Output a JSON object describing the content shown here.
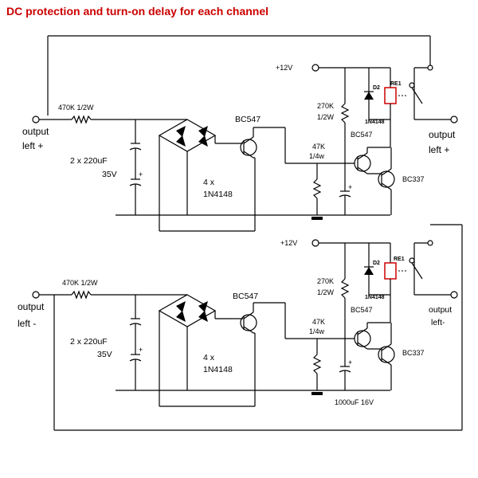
{
  "title": "DC protection and turn-on delay for each channel",
  "channels": [
    {
      "input_label_1": "output",
      "input_label_2": "left +",
      "resistor_in": "470K 1/2W",
      "caps_1": "2 x 220uF",
      "caps_2": "35V",
      "transistor_1": "BC547",
      "bridge_1": "4 x",
      "bridge_2": "1N4148",
      "supply": "+12V",
      "r_bias_1": "270K",
      "r_bias_2": "1/2W",
      "r_base_1": "47K",
      "r_base_2": "1/4w",
      "diode_name": "D2",
      "diode_part": "1N4148",
      "relay_name": "RE1",
      "transistor_2": "BC547",
      "transistor_3": "BC337",
      "output_label_1": "output",
      "output_label_2": "left +",
      "cap_delay": ""
    },
    {
      "input_label_1": "output",
      "input_label_2": "left -",
      "resistor_in": "470K 1/2W",
      "caps_1": "2 x 220uF",
      "caps_2": "35V",
      "transistor_1": "BC547",
      "bridge_1": "4 x",
      "bridge_2": "1N4148",
      "supply": "+12V",
      "r_bias_1": "270K",
      "r_bias_2": "1/2W",
      "r_base_1": "47K",
      "r_base_2": "1/4w",
      "diode_name": "D2",
      "diode_part": "1N4148",
      "relay_name": "RE1",
      "transistor_2": "BC547",
      "transistor_3": "BC337",
      "output_label_1": "output",
      "output_label_2": "left-",
      "cap_delay": "1000uF 16V"
    }
  ]
}
